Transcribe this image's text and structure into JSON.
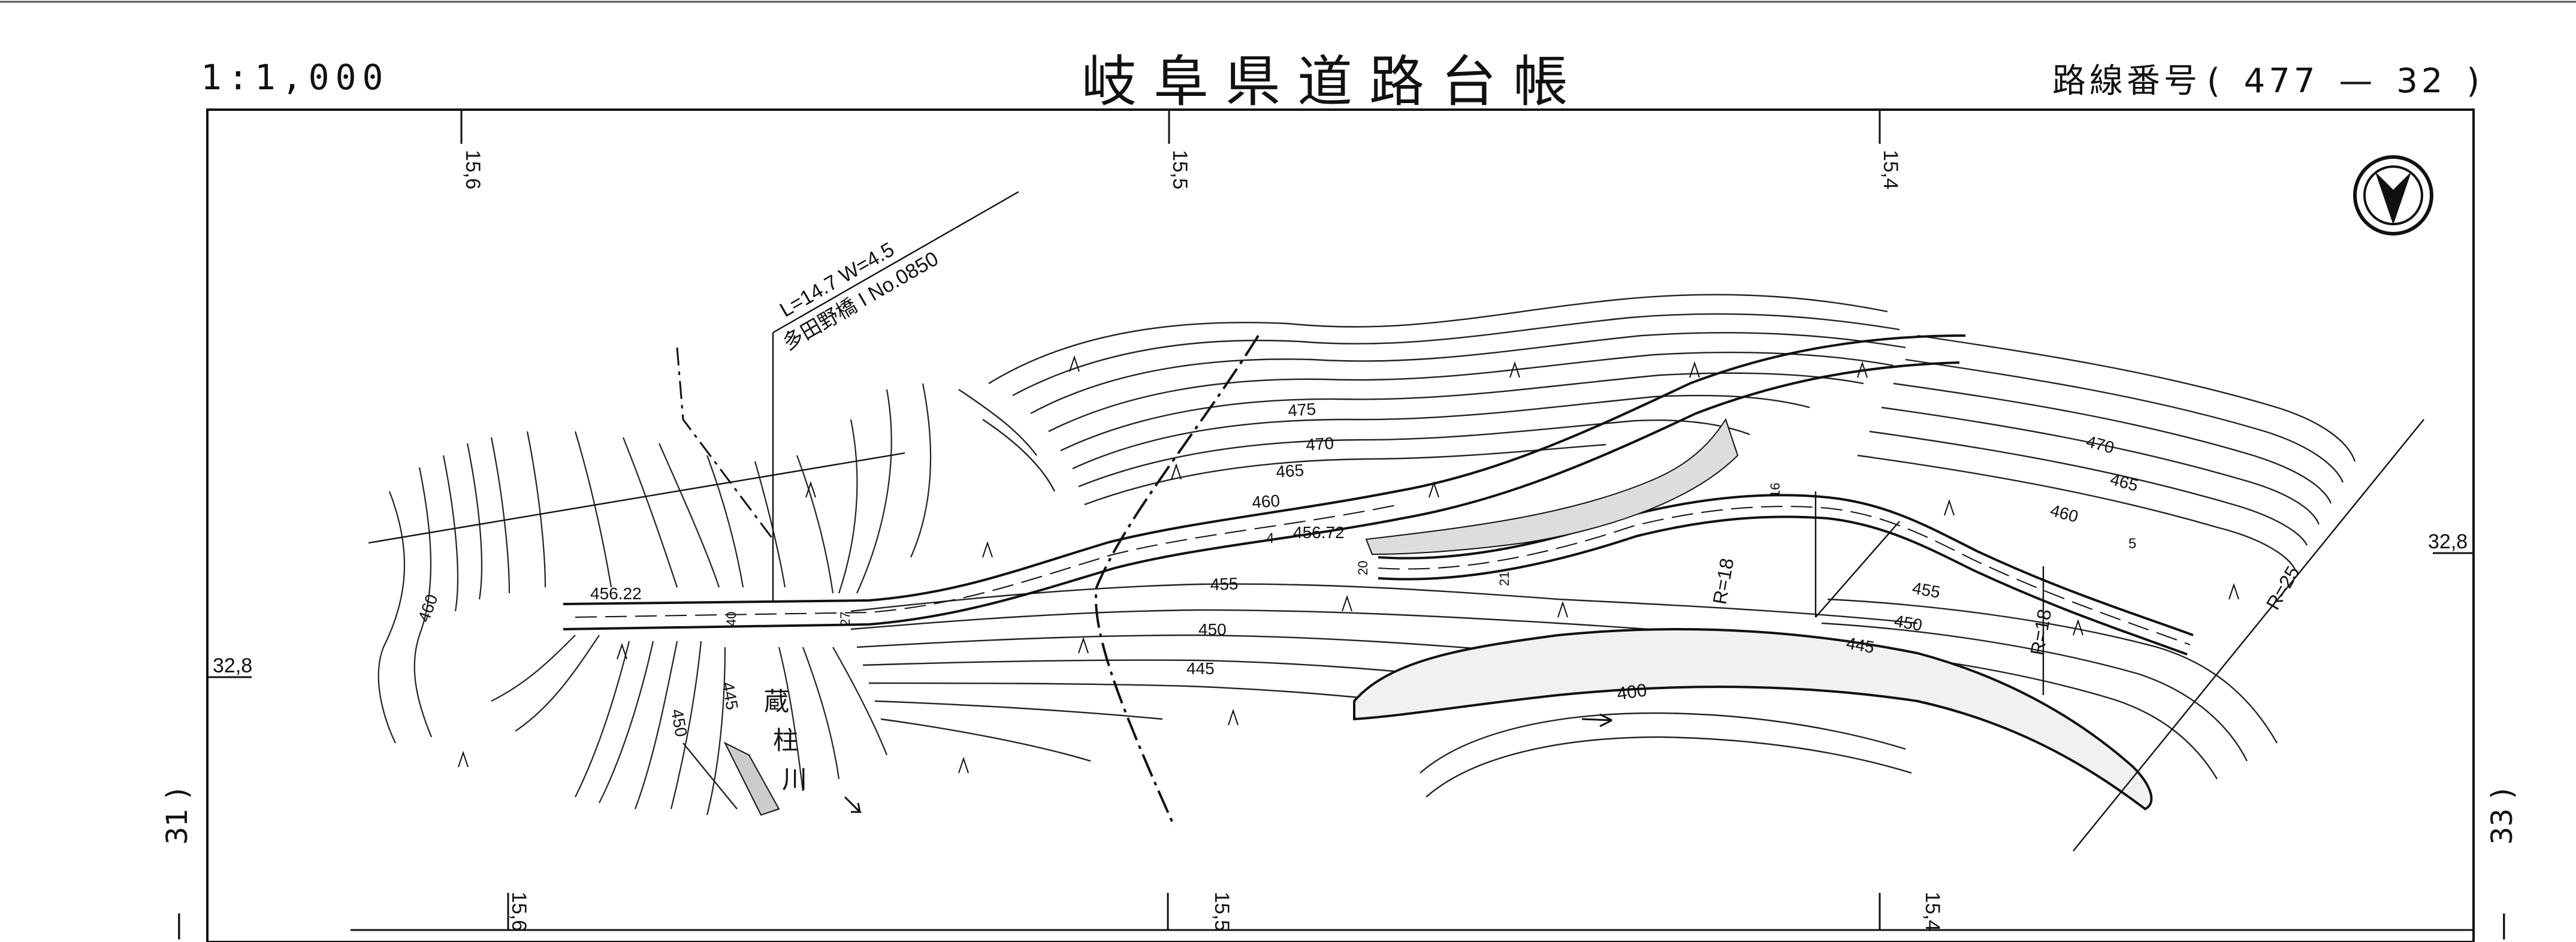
{
  "header": {
    "scale": "1:1,000",
    "title": "岐阜県道路台帳",
    "route_label": "路線番号",
    "route_open": "(",
    "route_number": "477",
    "route_dash": "—",
    "sheet_number": "32",
    "route_close": ")"
  },
  "adjacent_sheets": {
    "left": "31  )",
    "left_dash": "—",
    "right": "33  )",
    "right_dash": "—"
  },
  "grid": {
    "top_ticks": [
      "15,6",
      "15,5",
      "15,4"
    ],
    "bottom_ticks": [
      "15,6",
      "15,5",
      "15,4"
    ],
    "left_tick": "32,8",
    "right_tick": "32,8"
  },
  "bridge": {
    "dimensions": "L=14.7    W=4.5",
    "name": "多田野橋  I  No.0850"
  },
  "river": {
    "name_chars": [
      "蔵",
      "柱",
      "川"
    ],
    "level": "400"
  },
  "contours": {
    "upper": [
      "475",
      "470",
      "465",
      "460"
    ],
    "lower": [
      "455",
      "450",
      "445"
    ],
    "left": [
      "460",
      "450",
      "445"
    ],
    "right": [
      "470",
      "465",
      "460",
      "455",
      "450",
      "445"
    ]
  },
  "elevations": [
    "456.22",
    "456.72"
  ],
  "curves": [
    "R=18",
    "R=18",
    "R=25"
  ],
  "road_widths": [
    "40",
    "27",
    "20",
    "21",
    "16",
    "5",
    "4"
  ],
  "north_arrow": "north-symbol"
}
